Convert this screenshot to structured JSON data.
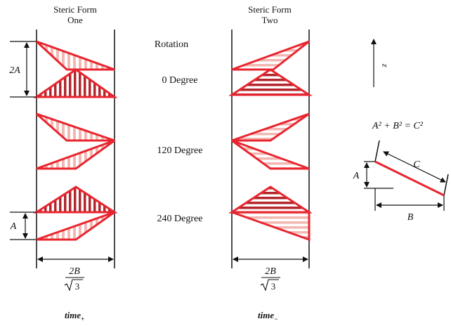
{
  "headers": {
    "form_one_line1": "Steric Form",
    "form_one_line2": "One",
    "form_two_line1": "Steric Form",
    "form_two_line2": "Two"
  },
  "rotation": {
    "title": "Rotation",
    "angles": [
      "0 Degree",
      "120 Degree",
      "240 Degree"
    ]
  },
  "dimensions": {
    "two_a": "2A",
    "a": "A",
    "width_numerator": "2B",
    "width_radicand": "3"
  },
  "footer": {
    "left_word": "time",
    "left_sub": "+",
    "right_word": "time",
    "right_sub": "−"
  },
  "axis": {
    "label": "z"
  },
  "equation": {
    "text": "A² + B² = C²"
  },
  "inset": {
    "a": "A",
    "b": "B",
    "c": "C"
  },
  "colors": {
    "red": "#e8252f",
    "dark_red": "#b3262c",
    "pale_red": "#f3b7b2",
    "line": "#111111"
  }
}
